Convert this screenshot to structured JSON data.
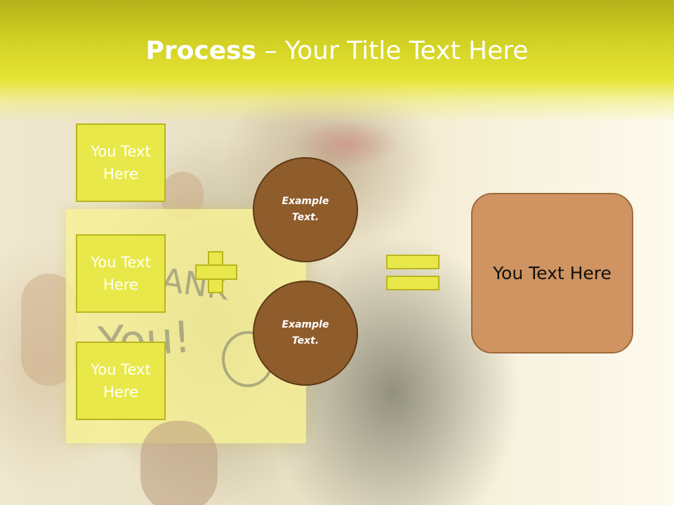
{
  "title": {
    "bold": "Process",
    "rest": " – Your Title Text Here"
  },
  "boxes": [
    {
      "text": "You Text Here"
    },
    {
      "text": "You Text Here"
    },
    {
      "text": "You Text Here"
    }
  ],
  "circles": [
    {
      "text": "Example Text."
    },
    {
      "text": "Example Text."
    }
  ],
  "result": {
    "text": "You Text Here"
  },
  "colors": {
    "header": "#d8d72a",
    "box_fill": "#e8e84a",
    "circle_fill": "#8f5c2c",
    "result_fill": "#cf9461"
  },
  "icons": [
    "plus-sign",
    "equals-sign"
  ]
}
